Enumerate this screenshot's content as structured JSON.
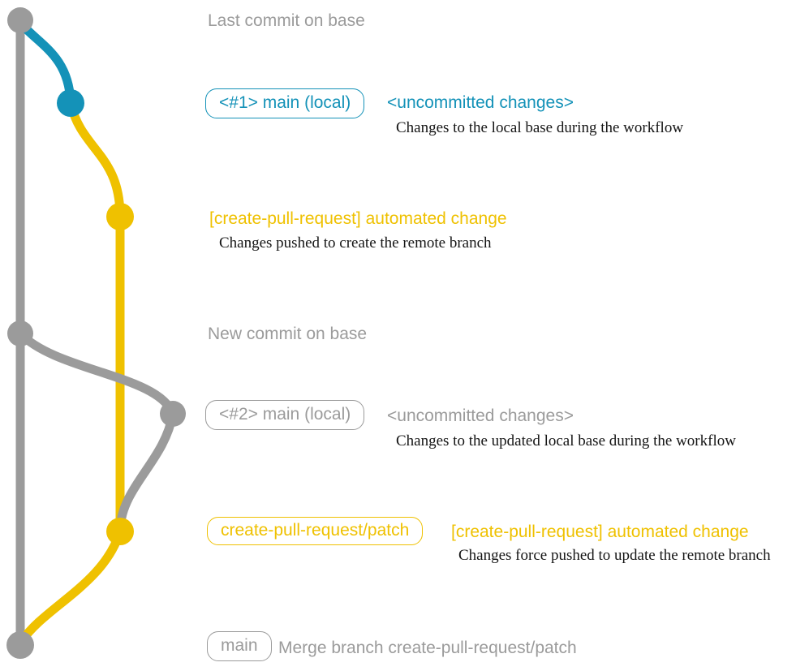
{
  "colors": {
    "gray": "#9b9b9b",
    "blue": "#1492b8",
    "yellow": "#efc100",
    "ink": "#151515"
  },
  "graph": {
    "branches": [
      {
        "name": "base",
        "color": "#9b9b9b"
      },
      {
        "name": "main-local",
        "color": "#1492b8"
      },
      {
        "name": "create-pull-request/patch",
        "color": "#efc100"
      }
    ],
    "commits": [
      {
        "name": "last-commit-on-base",
        "branch": "base",
        "color": "#9b9b9b"
      },
      {
        "name": "main-local-1",
        "branch": "main-local",
        "color": "#1492b8"
      },
      {
        "name": "patch-1",
        "branch": "create-pull-request/patch",
        "color": "#efc100"
      },
      {
        "name": "new-commit-on-base",
        "branch": "base",
        "color": "#9b9b9b"
      },
      {
        "name": "main-local-2",
        "branch": "main-local",
        "color": "#9b9b9b"
      },
      {
        "name": "patch-2",
        "branch": "create-pull-request/patch",
        "color": "#efc100"
      },
      {
        "name": "merge-commit",
        "branch": "base",
        "color": "#9b9b9b"
      }
    ]
  },
  "rows": {
    "row1": {
      "label": "Last commit on base"
    },
    "row2": {
      "badge": "<#1> main (local)",
      "title": "<uncommitted changes>",
      "desc": "Changes to the local base during the workflow"
    },
    "row3": {
      "title": "[create-pull-request] automated change",
      "desc": "Changes pushed to create the remote branch"
    },
    "row4": {
      "label": "New commit on base"
    },
    "row5": {
      "badge": "<#2> main (local)",
      "title": "<uncommitted changes>",
      "desc": "Changes to the updated local base during the workflow"
    },
    "row6": {
      "badge": "create-pull-request/patch",
      "title": "[create-pull-request] automated change",
      "desc": "Changes force pushed to update the remote branch"
    },
    "row7": {
      "badge": "main",
      "title": "Merge branch create-pull-request/patch"
    }
  }
}
